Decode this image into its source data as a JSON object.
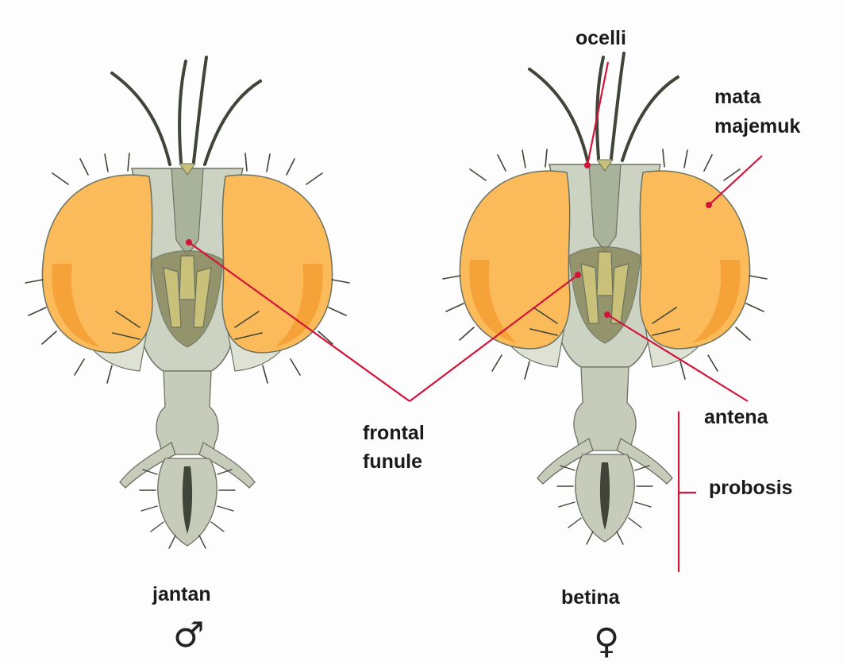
{
  "colors": {
    "eye": "#fbbb5a",
    "eye_shade": "#f39a2e",
    "face": "#cdd3c2",
    "face_light": "#dde2d4",
    "face_dark": "#a9b29a",
    "antenna": "#c9c07a",
    "antenna_dark": "#8a8a5c",
    "proboscis": "#c6ccb9",
    "outline": "#6b7260",
    "bristle": "#3f4539",
    "leader": "#d2143a"
  },
  "labels": {
    "ocelli": "ocelli",
    "mata_line1": "mata",
    "mata_line2": "majemuk",
    "frontal_line1": "frontal",
    "frontal_line2": "funule",
    "antena": "antena",
    "probosis": "probosis",
    "jantan": "jantan",
    "betina": "betina"
  },
  "symbols": {
    "male": "♂",
    "female": "♀"
  }
}
